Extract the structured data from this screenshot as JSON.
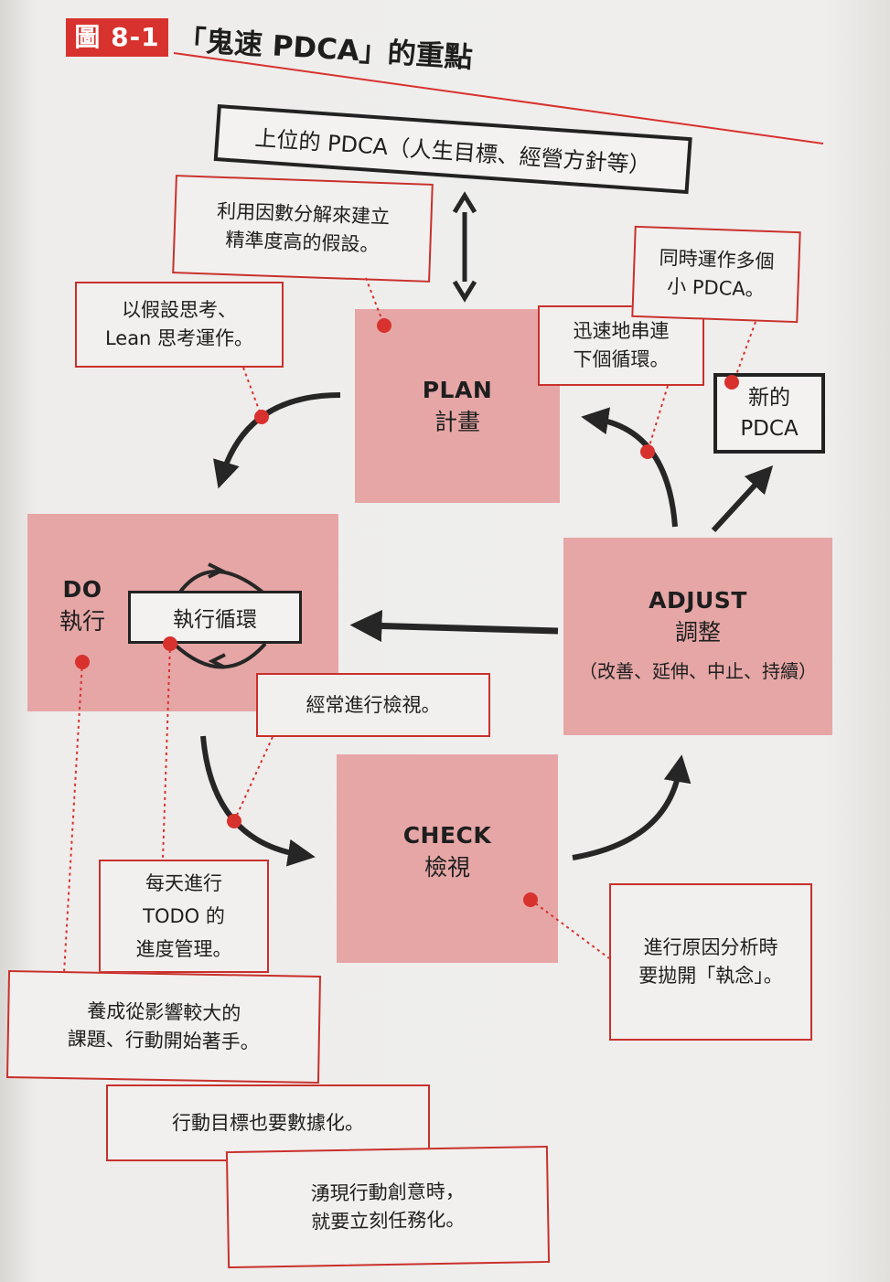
{
  "figure": {
    "tag": "圖 8-1",
    "title": "「鬼速 PDCA」的重點"
  },
  "top_box": "上位的 PDCA（人生目標、經營方針等）",
  "stages": {
    "plan": {
      "en": "PLAN",
      "zh": "計畫"
    },
    "do": {
      "en": "DO",
      "zh": "執行"
    },
    "check": {
      "en": "CHECK",
      "zh": "檢視"
    },
    "adjust": {
      "en": "ADJUST",
      "zh": "調整",
      "sub": "（改善、延伸、中止、持續）"
    }
  },
  "exec_cycle": "執行循環",
  "new_pdca": [
    "新的",
    "PDCA"
  ],
  "notes": {
    "factor_decomp": [
      "利用因數分解來建立",
      "精準度高的假設。"
    ],
    "hypothesis": [
      "以假設思考、",
      "Lean 思考運作。"
    ],
    "quick_link": [
      "迅速地串連",
      "下個循環。"
    ],
    "multi_small": [
      "同時運作多個",
      "小 PDCA。"
    ],
    "frequent_review": [
      "經常進行檢視。"
    ],
    "daily_todo": [
      "每天進行",
      "TODO 的",
      "進度管理。"
    ],
    "big_impact": [
      "養成從影響較大的",
      "課題、行動開始著手。"
    ],
    "quantify": [
      "行動目標也要數據化。"
    ],
    "idea_task": [
      "湧現行動創意時，",
      "就要立刻任務化。"
    ],
    "root_cause": [
      "進行原因分析時",
      "要拋開「執念」。"
    ]
  },
  "colors": {
    "accent_red": "#d8322e",
    "stage_fill": "#e6a6a6",
    "arrow": "#262626"
  }
}
